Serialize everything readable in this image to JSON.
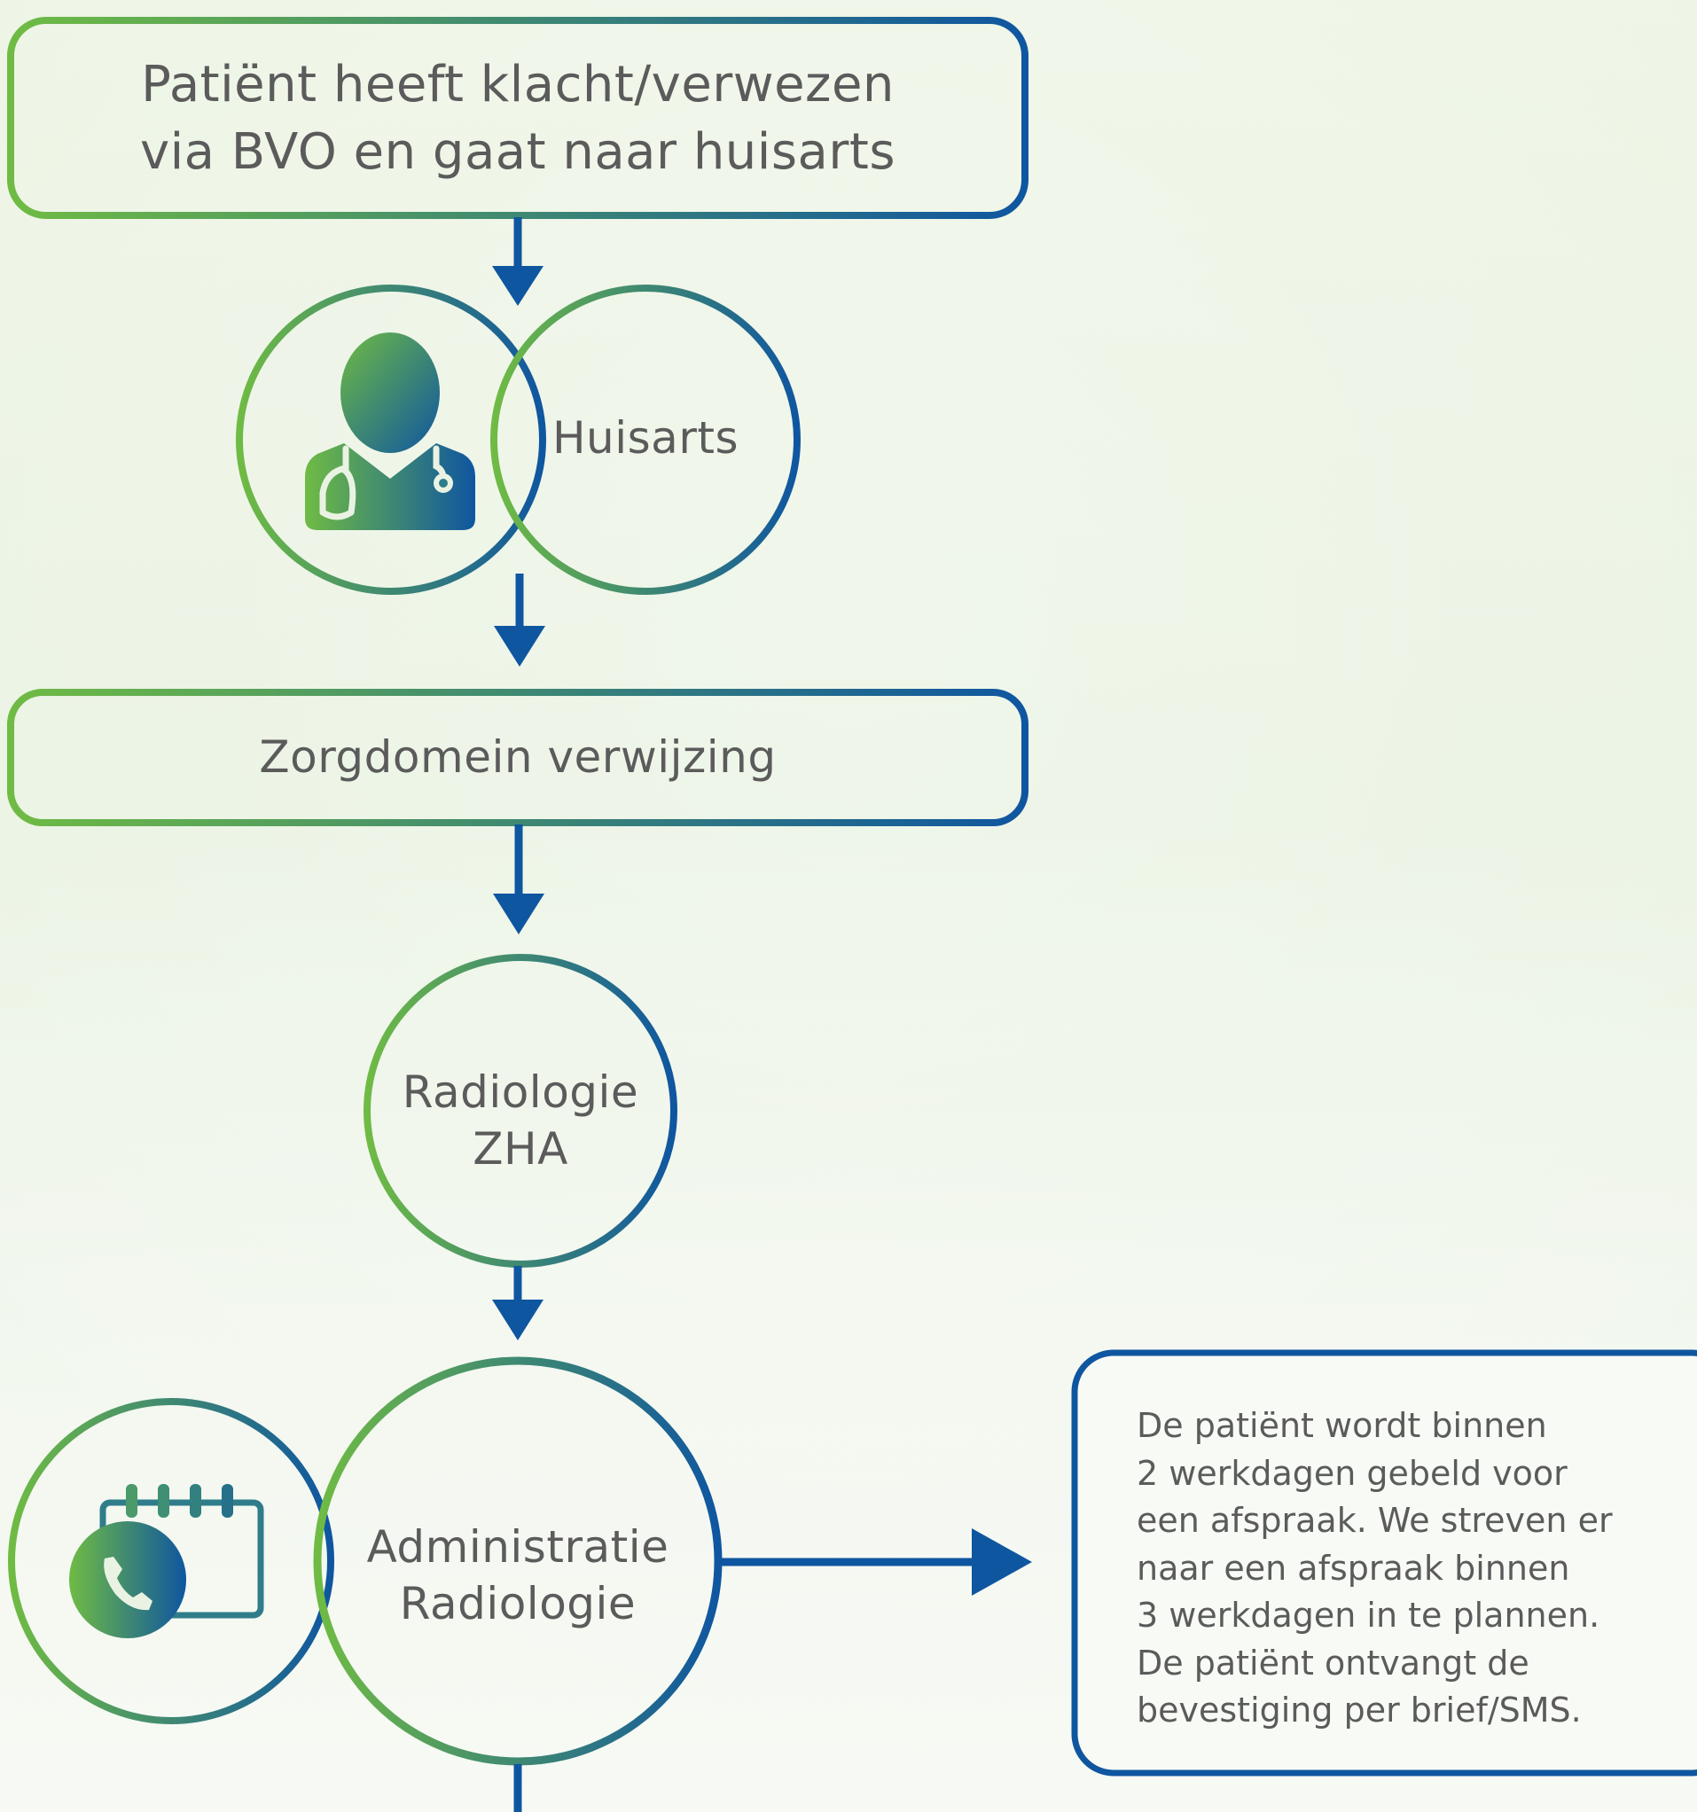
{
  "steps": {
    "patient_box": {
      "line1": "Patiënt heeft klacht/verwezen",
      "line2": "via BVO en gaat naar huisarts"
    },
    "huisarts": {
      "label": "Huisarts",
      "icon": "doctor-stethoscope-icon"
    },
    "zorgdomein": {
      "label": "Zorgdomein verwijzing"
    },
    "radiologie_zha": {
      "line1": "Radiologie",
      "line2": "ZHA"
    },
    "administratie": {
      "line1": "Administratie",
      "line2": "Radiologie",
      "icon": "calendar-phone-icon"
    },
    "info_box": {
      "lines": [
        "De patiënt wordt binnen",
        "2 werkdagen gebeld voor",
        "een afspraak. We streven er",
        "naar een afspraak binnen",
        "3 werkdagen in te plannen.",
        "De patiënt ontvangt de",
        "bevestiging per brief/SMS."
      ]
    }
  },
  "colors": {
    "green": "#6fbb44",
    "blue": "#0f56a0",
    "text": "#5b5b5b"
  }
}
